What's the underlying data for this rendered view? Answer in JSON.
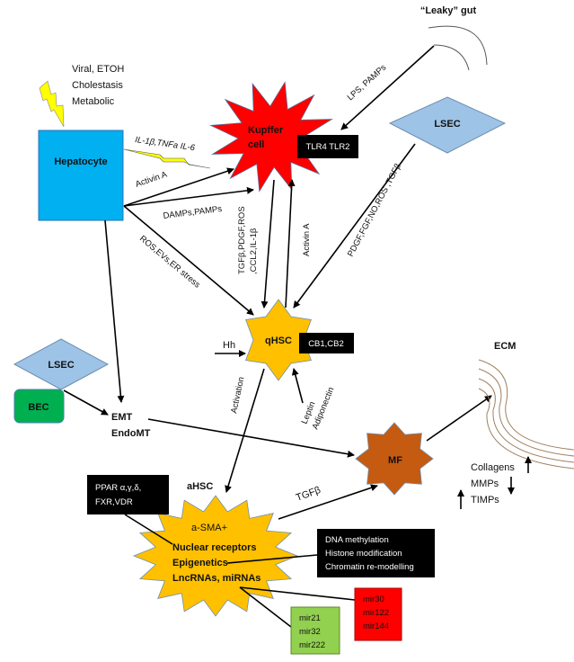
{
  "nodes": {
    "hepatocyte": "Hepatocyte",
    "kupffer_line1": "Kupffer",
    "kupffer_line2": "cell",
    "kupffer_receptors": "TLR4 TLR2",
    "leaky_gut": "“Leaky” gut",
    "lsec_top": "LSEC",
    "qhsc": "qHSC",
    "qhsc_receptors": "CB1,CB2",
    "lsec_left": "LSEC",
    "bec": "BEC",
    "emt": "EMT",
    "endomt": "EndoMT",
    "mf": "MF",
    "ecm": "ECM",
    "ahsc": "aHSC",
    "ahsc_lines": [
      "a-SMA+",
      "Nuclear receptors",
      "Epigenetics",
      "LncRNAs, miRNAs"
    ]
  },
  "insults": [
    "Viral, ETOH",
    "Cholestasis",
    "Metabolic"
  ],
  "edge_labels": {
    "il1b": "IL-1β,TNFa IL-6",
    "activin_a_hep": "Activin A",
    "damps": "DAMPs,PAMPs",
    "ros": "ROS,EVs,ER stress",
    "tgfb_pdgf_1": "TGFβ,PDGF,ROS",
    "tgfb_pdgf_2": ",CCL2,IL-1β",
    "activin_a_hsc": "Activin A",
    "lps": "LPS, PAMPs",
    "lsec_factors": "PDGF,FGF,NO,ROS ,TGFβ",
    "hh": "Hh",
    "leptin": "Leptin",
    "adiponectin": "Adiponectin",
    "activation": "Activation",
    "tgfb": "TGFβ"
  },
  "ecm_changes": [
    {
      "label": "Collagens",
      "direction": "up"
    },
    {
      "label": "MMPs",
      "direction": "down"
    },
    {
      "label": "TIMPs",
      "direction": "up"
    }
  ],
  "boxes": {
    "nuclear_receptors": [
      "PPAR α,γ,δ,",
      "FXR,VDR"
    ],
    "epigenetics": [
      "DNA methylation",
      "Histone modification",
      "Chromatin re-modelling"
    ],
    "mirna_red": [
      "mir30",
      "mir122",
      "mir144"
    ],
    "mirna_green": [
      "mir21",
      "mir32",
      "mir222"
    ]
  },
  "colors": {
    "hepatocyte": "#00B0F0",
    "kupffer": "#FF0000",
    "lsec": "#9DC3E6",
    "hsc": "#FFC000",
    "mf": "#C55A11",
    "bec": "#00B050",
    "mir_red": "#FF0000",
    "mir_green": "#92D050",
    "lightning": "#FFFF00"
  }
}
